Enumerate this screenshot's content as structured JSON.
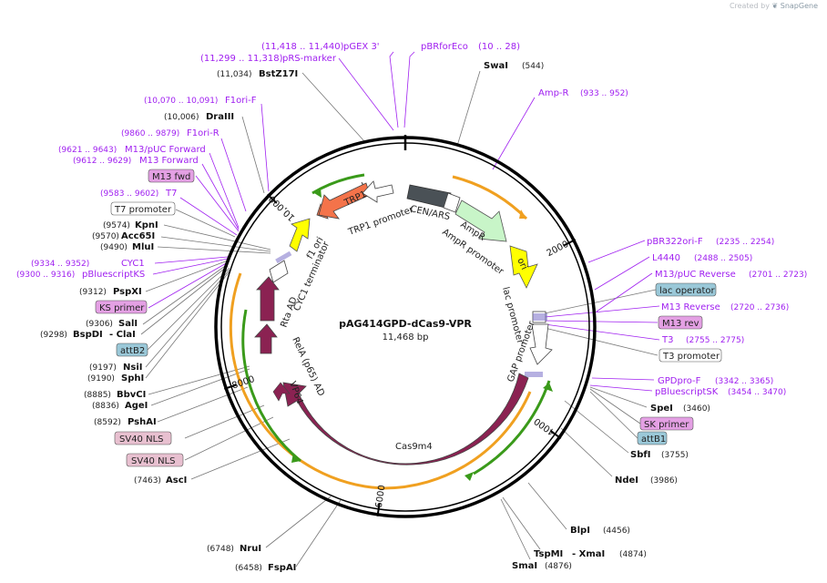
{
  "credit": {
    "prefix": "Created by",
    "brand": "SnapGene"
  },
  "plasmid": {
    "name": "pAG414GPD-dCas9-VPR",
    "size_text": "11,468 bp",
    "length_bp": 11468
  },
  "colors": {
    "backbone": "#000000",
    "site_line": "#777777",
    "primer": "#a020f0",
    "orange_feature": "#f0a020",
    "green_feature": "#3a9a1a",
    "magenta_feature": "#8a2a5a",
    "cas9": "#8b2252",
    "trp1": "#f4734a",
    "ampr": "#c8f5c8",
    "ori": "#ffff00",
    "cen_ars": "#4a5156",
    "promoter_white": "#ffffff",
    "primer_bind": "#e4a0e4",
    "lac_operator": "#9ac8d8",
    "attb": "#9ac8d8",
    "sv40": "#e8c0d0"
  },
  "ticks": [
    {
      "bp": 2000,
      "label": "2000"
    },
    {
      "bp": 4000,
      "label": "4000"
    },
    {
      "bp": 6000,
      "label": "6000"
    },
    {
      "bp": 8000,
      "label": "8000"
    },
    {
      "bp": 10000,
      "label": "10,000"
    }
  ],
  "features": [
    {
      "name": "TRP1",
      "type": "arrow",
      "color": "#f4734a"
    },
    {
      "name": "TRP1 promoter",
      "type": "promoter"
    },
    {
      "name": "CEN/ARS",
      "type": "box",
      "color": "#4a5156"
    },
    {
      "name": "AmpR",
      "type": "arrow",
      "color": "#c8f5c8"
    },
    {
      "name": "AmpR promoter",
      "type": "promoter"
    },
    {
      "name": "ori",
      "type": "arrow",
      "color": "#ffff00"
    },
    {
      "name": "lac promoter",
      "type": "promoter"
    },
    {
      "name": "GAP promoter",
      "type": "promoter"
    },
    {
      "name": "Cas9m4",
      "type": "arrow",
      "color": "#8b2252"
    },
    {
      "name": "VP64",
      "type": "arrow",
      "color": "#8b2252"
    },
    {
      "name": "RelA (p65) AD",
      "type": "arrow",
      "color": "#8b2252"
    },
    {
      "name": "Rta AD",
      "type": "arrow",
      "color": "#8b2252"
    },
    {
      "name": "CYC1 terminator",
      "type": "terminator"
    },
    {
      "name": "f1 ori",
      "type": "arrow",
      "color": "#ffff00"
    }
  ],
  "labels": {
    "pBRforEco": {
      "name": "pBRforEco",
      "range": "(10 .. 28)"
    },
    "SwaI": {
      "name": "SwaI",
      "pos": "(544)"
    },
    "AmpR_primer": {
      "name": "Amp-R",
      "range": "(933 .. 952)"
    },
    "pBR322ori": {
      "name": "pBR322ori-F",
      "range": "(2235 .. 2254)"
    },
    "L4440": {
      "name": "L4440",
      "range": "(2488 .. 2505)"
    },
    "M13pUC_rev": {
      "name": "M13/pUC Reverse",
      "range": "(2701 .. 2723)"
    },
    "lac_operator": {
      "name": "lac operator"
    },
    "M13_reverse": {
      "name": "M13 Reverse",
      "range": "(2720 .. 2736)"
    },
    "M13_rev": {
      "name": "M13 rev"
    },
    "T3": {
      "name": "T3",
      "range": "(2755 .. 2775)"
    },
    "T3_promoter": {
      "name": "T3 promoter"
    },
    "GPDpro": {
      "name": "GPDpro-F",
      "range": "(3342 .. 3365)"
    },
    "pBluescriptSK": {
      "name": "pBluescriptSK",
      "range": "(3454 .. 3470)"
    },
    "SpeI": {
      "name": "SpeI",
      "pos": "(3460)"
    },
    "SK_primer": {
      "name": "SK primer"
    },
    "attB1": {
      "name": "attB1"
    },
    "SbfI": {
      "name": "SbfI",
      "pos": "(3755)"
    },
    "NdeI": {
      "name": "NdeI",
      "pos": "(3986)"
    },
    "BlpI": {
      "name": "BlpI",
      "pos": "(4456)"
    },
    "TspMI_XmaI": {
      "name1": "TspMI",
      "name2": "- XmaI",
      "pos": "(4874)"
    },
    "SmaI": {
      "name": "SmaI",
      "pos": "(4876)"
    },
    "NruI": {
      "name": "NruI",
      "pos": "(6748)"
    },
    "FspAI": {
      "name": "FspAI",
      "pos": "(6458)"
    },
    "AscI": {
      "name": "AscI",
      "pos": "(7463)"
    },
    "SV40_NLS_1": {
      "name": "SV40 NLS"
    },
    "SV40_NLS_2": {
      "name": "SV40 NLS"
    },
    "PshAI": {
      "name": "PshAI",
      "pos": "(8592)"
    },
    "AgeI": {
      "name": "AgeI",
      "pos": "(8836)"
    },
    "BbvCI": {
      "name": "BbvCI",
      "pos": "(8885)"
    },
    "SphI": {
      "name": "SphI",
      "pos": "(9190)"
    },
    "NsiI": {
      "name": "NsiI",
      "pos": "(9197)"
    },
    "attB2": {
      "name": "attB2"
    },
    "BspDI_ClaI": {
      "name1": "BspDI",
      "name2": "- ClaI",
      "pos": "(9298)"
    },
    "SalI": {
      "name": "SalI",
      "pos": "(9306)"
    },
    "KS_primer": {
      "name": "KS primer"
    },
    "PspXI": {
      "name": "PspXI",
      "pos": "(9312)"
    },
    "pBluescriptKS": {
      "name": "pBluescriptKS",
      "range": "(9300 .. 9316)"
    },
    "CYC1": {
      "name": "CYC1",
      "range": "(9334 .. 9352)"
    },
    "MluI": {
      "name": "MluI",
      "pos": "(9490)"
    },
    "Acc65I": {
      "name": "Acc65I",
      "pos": "(9570)"
    },
    "KpnI": {
      "name": "KpnI",
      "pos": "(9574)"
    },
    "T7_promoter": {
      "name": "T7 promoter"
    },
    "T7": {
      "name": "T7",
      "range": "(9583 .. 9602)"
    },
    "M13_fwd": {
      "name": "M13 fwd"
    },
    "M13_forward": {
      "name": "M13 Forward",
      "range": "(9612 .. 9629)"
    },
    "M13pUC_fwd": {
      "name": "M13/pUC Forward",
      "range": "(9621 .. 9643)"
    },
    "F1ori_R": {
      "name": "F1ori-R",
      "range": "(9860 .. 9879)"
    },
    "DraIII": {
      "name": "DraIII",
      "pos": "(10,006)"
    },
    "F1ori_F": {
      "name": "F1ori-F",
      "range": "(10,070 .. 10,091)"
    },
    "BstZ17I": {
      "name": "BstZ17I",
      "pos": "(11,034)"
    },
    "pRS_marker": {
      "name": "pRS-marker",
      "range": "(11,299 .. 11,318)"
    },
    "pGEX3": {
      "name": "pGEX 3'",
      "range": "(11,418 .. 11,440)"
    }
  }
}
